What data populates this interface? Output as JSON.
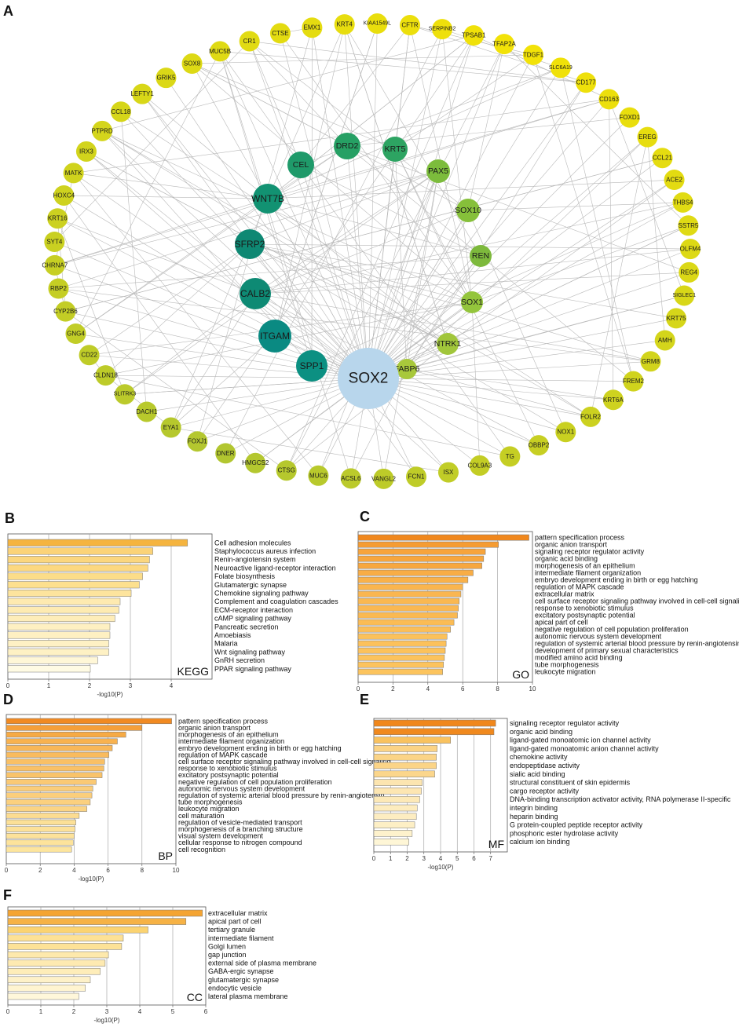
{
  "network": {
    "letter": "A",
    "hub": "SOX2",
    "outer_nodes": [
      "KRT4",
      "KIAA1549L",
      "CFTR",
      "SERPINB2",
      "TPSAB1",
      "TFAP2A",
      "TDGF1",
      "SLC6A19",
      "CD177",
      "CD163",
      "FOXD1",
      "EREG",
      "CCL21",
      "ACE2",
      "THBS4",
      "SSTR5",
      "OLFM4",
      "REG4",
      "SIGLEC1",
      "KRT75",
      "AMH",
      "GRM8",
      "FREM2",
      "KRT6A",
      "FOLR2",
      "NOX1",
      "OBBP2",
      "TG",
      "COL9A3",
      "ISX",
      "FCN1",
      "VANGL2",
      "ACSL6",
      "MUC6",
      "CTSG",
      "HMGCS2",
      "DNER",
      "FOXJ1",
      "EYA1",
      "DACH1",
      "SLITRK3",
      "CLDN18",
      "CD22",
      "GNG4",
      "CYP2B6",
      "RBP2",
      "CHRNA7",
      "SYT4",
      "KRT16",
      "HOXC4",
      "MATK",
      "IRX3",
      "PTPRD",
      "CCL18",
      "LEFTY1",
      "GRIK5",
      "SOX8",
      "MUC5B",
      "CR1",
      "CTSE",
      "EMX1"
    ],
    "inner_nodes": [
      {
        "label": "CEL",
        "color": "#1f9a6a"
      },
      {
        "label": "DRD2",
        "color": "#26a064"
      },
      {
        "label": "KRT5",
        "color": "#2da462"
      },
      {
        "label": "PAX5",
        "color": "#7cbc3c"
      },
      {
        "label": "WNT7B",
        "color": "#129272"
      },
      {
        "label": "SOX10",
        "color": "#86c03a"
      },
      {
        "label": "SFRP2",
        "color": "#0e8873"
      },
      {
        "label": "REN",
        "color": "#7db93c"
      },
      {
        "label": "CALB2",
        "color": "#0e8a74"
      },
      {
        "label": "SOX1",
        "color": "#94c53c"
      },
      {
        "label": "ITGAM",
        "color": "#0a8a82"
      },
      {
        "label": "NTRK1",
        "color": "#a1c63b"
      },
      {
        "label": "SPP1",
        "color": "#0c9082"
      },
      {
        "label": "FABP6",
        "color": "#a8c83b"
      }
    ]
  },
  "panels": {
    "B": {
      "letter": "B"
    },
    "C": {
      "letter": "C"
    },
    "D": {
      "letter": "D"
    },
    "E": {
      "letter": "E"
    },
    "F": {
      "letter": "F"
    }
  },
  "chart_data": [
    {
      "type": "bar",
      "orientation": "horizontal",
      "panel": "B",
      "corner_label": "KEGG",
      "xlabel": "-log10(P)",
      "xlim": [
        0,
        5
      ],
      "xticks": [
        0,
        1,
        2,
        3,
        4
      ],
      "grid": true,
      "categories": [
        "Cell adhesion molecules",
        "Staphylococcus aureus infection",
        "Renin-angiotensin system",
        "Neuroactive ligand-receptor interaction",
        "Folate biosynthesis",
        "Glutamatergic synapse",
        "Chemokine signaling pathway",
        "Complement and coagulation cascades",
        "ECM-receptor interaction",
        "cAMP signaling pathway",
        "Pancreatic secretion",
        "Amoebiasis",
        "Malaria",
        "Wnt signaling pathway",
        "GnRH secretion",
        "PPAR signaling pathway"
      ],
      "values": [
        4.4,
        3.55,
        3.47,
        3.43,
        3.3,
        3.22,
        3.02,
        2.75,
        2.72,
        2.62,
        2.5,
        2.5,
        2.47,
        2.47,
        2.2,
        2.02
      ]
    },
    {
      "type": "bar",
      "orientation": "horizontal",
      "panel": "C",
      "corner_label": "GO",
      "xlabel": "",
      "xlim": [
        0,
        10
      ],
      "xticks": [
        0,
        2,
        4,
        6,
        8,
        10
      ],
      "grid": true,
      "categories": [
        "pattern specification process",
        "organic anion transport",
        "signaling receptor regulator activity",
        "organic acid binding",
        "morphogenesis of an epithelium",
        "intermediate filament organization",
        "embryo development ending in birth or egg hatching",
        "regulation of MAPK cascade",
        "extracellular matrix",
        "cell surface receptor signaling pathway involved in cell-cell signaling",
        "response to xenobiotic stimulus",
        "excitatory postsynaptic potential",
        "apical part of cell",
        "negative regulation of cell population proliferation",
        "autonomic nervous system development",
        "regulation of systemic arterial blood pressure by renin-angiotensin",
        "development of primary sexual characteristics",
        "modified amino acid binding",
        "tube morphogenesis",
        "leukocyte migration"
      ],
      "values": [
        9.8,
        8.05,
        7.3,
        7.2,
        7.1,
        6.6,
        6.3,
        6.0,
        5.9,
        5.8,
        5.75,
        5.7,
        5.5,
        5.3,
        5.1,
        5.05,
        5.0,
        4.95,
        4.9,
        4.85
      ]
    },
    {
      "type": "bar",
      "orientation": "horizontal",
      "panel": "D",
      "corner_label": "BP",
      "xlabel": "-log10(P)",
      "xlim": [
        0,
        10
      ],
      "xticks": [
        0,
        2,
        4,
        6,
        8,
        10
      ],
      "grid": true,
      "categories": [
        "pattern specification process",
        "organic anion transport",
        "morphogenesis of an epithelium",
        "intermediate filament organization",
        "embryo development ending in birth or egg hatching",
        "regulation of MAPK cascade",
        "cell surface receptor signaling pathway involved in cell-cell signaling",
        "response to xenobiotic stimulus",
        "excitatory postsynaptic potential",
        "negative regulation of cell population proliferation",
        "autonomic nervous system development",
        "regulation of systemic arterial blood pressure by renin-angiotensin",
        "tube morphogenesis",
        "leukocyte migration",
        "cell maturation",
        "regulation of vesicle-mediated transport",
        "morphogenesis of a branching structure",
        "visual system development",
        "cellular response to nitrogen compound",
        "cell recognition"
      ],
      "values": [
        9.75,
        8.0,
        7.05,
        6.55,
        6.25,
        6.05,
        5.8,
        5.75,
        5.65,
        5.3,
        5.1,
        5.05,
        4.95,
        4.75,
        4.3,
        4.1,
        4.05,
        4.0,
        3.95,
        3.85
      ]
    },
    {
      "type": "bar",
      "orientation": "horizontal",
      "panel": "E",
      "corner_label": "MF",
      "xlabel": "-log10(P)",
      "xlim": [
        0,
        8
      ],
      "xticks": [
        0,
        1,
        2,
        3,
        4,
        5,
        6,
        7
      ],
      "grid": true,
      "categories": [
        "signaling receptor regulator activity",
        "organic acid binding",
        "ligand-gated monoatomic ion channel activity",
        "ligand-gated monoatomic anion channel activity",
        "chemokine activity",
        "endopeptidase activity",
        "sialic acid binding",
        "structural constituent of skin epidermis",
        "cargo receptor activity",
        "DNA-binding transcription activator activity, RNA polymerase II-specific",
        "integrin binding",
        "heparin binding",
        "G protein-coupled peptide receptor activity",
        "phosphoric ester hydrolase activity",
        "calcium ion binding"
      ],
      "values": [
        7.3,
        7.2,
        4.6,
        3.8,
        3.75,
        3.75,
        3.65,
        2.9,
        2.85,
        2.75,
        2.6,
        2.55,
        2.45,
        2.3,
        2.1
      ]
    },
    {
      "type": "bar",
      "orientation": "horizontal",
      "panel": "F",
      "corner_label": "CC",
      "xlabel": "-log10(P)",
      "xlim": [
        0,
        6
      ],
      "xticks": [
        0,
        1,
        2,
        3,
        4,
        5,
        6
      ],
      "grid": true,
      "categories": [
        "extracellular matrix",
        "apical part of cell",
        "tertiary granule",
        "intermediate filament",
        "Golgi lumen",
        "gap junction",
        "external side of plasma membrane",
        "GABA-ergic synapse",
        "glutamatergic synapse",
        "endocytic vesicle",
        "lateral plasma membrane"
      ],
      "values": [
        5.9,
        5.4,
        4.25,
        3.5,
        3.45,
        3.05,
        2.95,
        2.8,
        2.5,
        2.35,
        2.15
      ]
    }
  ]
}
